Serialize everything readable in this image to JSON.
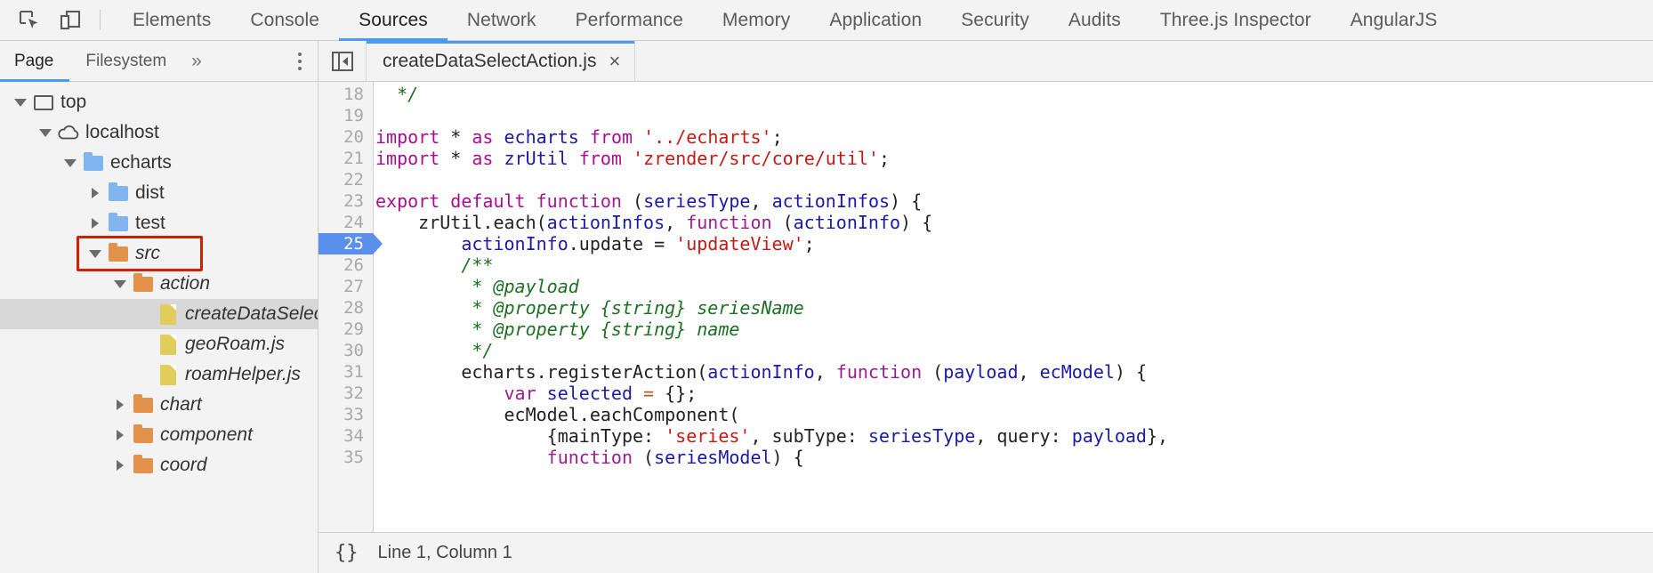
{
  "toolbar": {
    "inspect_icon": "inspect-element-icon",
    "device_icon": "device-toolbar-icon",
    "tabs": [
      {
        "label": "Elements",
        "selected": false
      },
      {
        "label": "Console",
        "selected": false
      },
      {
        "label": "Sources",
        "selected": true
      },
      {
        "label": "Network",
        "selected": false
      },
      {
        "label": "Performance",
        "selected": false
      },
      {
        "label": "Memory",
        "selected": false
      },
      {
        "label": "Application",
        "selected": false
      },
      {
        "label": "Security",
        "selected": false
      },
      {
        "label": "Audits",
        "selected": false
      },
      {
        "label": "Three.js Inspector",
        "selected": false
      },
      {
        "label": "AngularJS",
        "selected": false
      }
    ]
  },
  "navigator": {
    "tabs": [
      {
        "label": "Page",
        "selected": true
      },
      {
        "label": "Filesystem",
        "selected": false
      }
    ],
    "more_label": "»",
    "menu_icon": "more-options-icon",
    "tree": [
      {
        "label": "top",
        "depth": 0,
        "icon": "frame-icon",
        "twisty": "open",
        "italic": false,
        "selected": false,
        "highlighted": false
      },
      {
        "label": "localhost",
        "depth": 1,
        "icon": "cloud-icon",
        "twisty": "open",
        "italic": false,
        "selected": false,
        "highlighted": false
      },
      {
        "label": "echarts",
        "depth": 2,
        "icon": "folder-blue",
        "twisty": "open",
        "italic": false,
        "selected": false,
        "highlighted": false
      },
      {
        "label": "dist",
        "depth": 3,
        "icon": "folder-blue",
        "twisty": "closed",
        "italic": false,
        "selected": false,
        "highlighted": false
      },
      {
        "label": "test",
        "depth": 3,
        "icon": "folder-blue",
        "twisty": "closed",
        "italic": false,
        "selected": false,
        "highlighted": false
      },
      {
        "label": "src",
        "depth": 3,
        "icon": "folder-orange",
        "twisty": "open",
        "italic": true,
        "selected": false,
        "highlighted": true
      },
      {
        "label": "action",
        "depth": 4,
        "icon": "folder-orange",
        "twisty": "open",
        "italic": true,
        "selected": false,
        "highlighted": false
      },
      {
        "label": "createDataSelectAction.js",
        "depth": 5,
        "icon": "file-js",
        "twisty": "none",
        "italic": true,
        "selected": true,
        "highlighted": false
      },
      {
        "label": "geoRoam.js",
        "depth": 5,
        "icon": "file-js",
        "twisty": "none",
        "italic": true,
        "selected": false,
        "highlighted": false
      },
      {
        "label": "roamHelper.js",
        "depth": 5,
        "icon": "file-js",
        "twisty": "none",
        "italic": true,
        "selected": false,
        "highlighted": false
      },
      {
        "label": "chart",
        "depth": 4,
        "icon": "folder-orange",
        "twisty": "closed",
        "italic": true,
        "selected": false,
        "highlighted": false
      },
      {
        "label": "component",
        "depth": 4,
        "icon": "folder-orange",
        "twisty": "closed",
        "italic": true,
        "selected": false,
        "highlighted": false
      },
      {
        "label": "coord",
        "depth": 4,
        "icon": "folder-orange",
        "twisty": "closed",
        "italic": true,
        "selected": false,
        "highlighted": false
      }
    ]
  },
  "editor": {
    "panel_toggle_icon": "show-navigator-icon",
    "open_file": "createDataSelectAction.js",
    "close_label": "×",
    "breakpoint_line": 25,
    "first_line_number": 18,
    "lines": [
      {
        "n": 18,
        "tokens": [
          {
            "t": "  ",
            "c": "plain"
          },
          {
            "t": "*/",
            "c": "cmt"
          }
        ]
      },
      {
        "n": 19,
        "tokens": []
      },
      {
        "n": 20,
        "tokens": [
          {
            "t": "import",
            "c": "kw"
          },
          {
            "t": " * ",
            "c": "plain"
          },
          {
            "t": "as",
            "c": "kw"
          },
          {
            "t": " ",
            "c": "plain"
          },
          {
            "t": "echarts",
            "c": "id"
          },
          {
            "t": " ",
            "c": "plain"
          },
          {
            "t": "from",
            "c": "kw"
          },
          {
            "t": " ",
            "c": "plain"
          },
          {
            "t": "'../echarts'",
            "c": "str"
          },
          {
            "t": ";",
            "c": "plain"
          }
        ]
      },
      {
        "n": 21,
        "tokens": [
          {
            "t": "import",
            "c": "kw"
          },
          {
            "t": " * ",
            "c": "plain"
          },
          {
            "t": "as",
            "c": "kw"
          },
          {
            "t": " ",
            "c": "plain"
          },
          {
            "t": "zrUtil",
            "c": "id"
          },
          {
            "t": " ",
            "c": "plain"
          },
          {
            "t": "from",
            "c": "kw"
          },
          {
            "t": " ",
            "c": "plain"
          },
          {
            "t": "'zrender/src/core/util'",
            "c": "str"
          },
          {
            "t": ";",
            "c": "plain"
          }
        ]
      },
      {
        "n": 22,
        "tokens": []
      },
      {
        "n": 23,
        "tokens": [
          {
            "t": "export",
            "c": "kw"
          },
          {
            "t": " ",
            "c": "plain"
          },
          {
            "t": "default",
            "c": "kw"
          },
          {
            "t": " ",
            "c": "plain"
          },
          {
            "t": "function",
            "c": "kw2"
          },
          {
            "t": " (",
            "c": "plain"
          },
          {
            "t": "seriesType",
            "c": "id"
          },
          {
            "t": ", ",
            "c": "plain"
          },
          {
            "t": "actionInfos",
            "c": "id"
          },
          {
            "t": ") {",
            "c": "plain"
          }
        ]
      },
      {
        "n": 24,
        "tokens": [
          {
            "t": "    zrUtil.each(",
            "c": "plain"
          },
          {
            "t": "actionInfos",
            "c": "id"
          },
          {
            "t": ", ",
            "c": "plain"
          },
          {
            "t": "function",
            "c": "kw2"
          },
          {
            "t": " (",
            "c": "plain"
          },
          {
            "t": "actionInfo",
            "c": "id"
          },
          {
            "t": ") {",
            "c": "plain"
          }
        ]
      },
      {
        "n": 25,
        "tokens": [
          {
            "t": "        ",
            "c": "plain"
          },
          {
            "t": "actionInfo",
            "c": "id"
          },
          {
            "t": ".update = ",
            "c": "plain"
          },
          {
            "t": "'updateView'",
            "c": "str"
          },
          {
            "t": ";",
            "c": "plain"
          }
        ]
      },
      {
        "n": 26,
        "tokens": [
          {
            "t": "        /**",
            "c": "cmt"
          }
        ]
      },
      {
        "n": 27,
        "tokens": [
          {
            "t": "         * @payload",
            "c": "cmt"
          }
        ]
      },
      {
        "n": 28,
        "tokens": [
          {
            "t": "         * @property {string} seriesName",
            "c": "cmt"
          }
        ]
      },
      {
        "n": 29,
        "tokens": [
          {
            "t": "         * @property {string} name",
            "c": "cmt"
          }
        ]
      },
      {
        "n": 30,
        "tokens": [
          {
            "t": "         */",
            "c": "cmt"
          }
        ]
      },
      {
        "n": 31,
        "tokens": [
          {
            "t": "        echarts.registerAction(",
            "c": "plain"
          },
          {
            "t": "actionInfo",
            "c": "id"
          },
          {
            "t": ", ",
            "c": "plain"
          },
          {
            "t": "function",
            "c": "kw2"
          },
          {
            "t": " (",
            "c": "plain"
          },
          {
            "t": "payload",
            "c": "id"
          },
          {
            "t": ", ",
            "c": "plain"
          },
          {
            "t": "ecModel",
            "c": "id"
          },
          {
            "t": ") {",
            "c": "plain"
          }
        ]
      },
      {
        "n": 32,
        "tokens": [
          {
            "t": "            ",
            "c": "plain"
          },
          {
            "t": "var",
            "c": "kw2"
          },
          {
            "t": " ",
            "c": "plain"
          },
          {
            "t": "selected",
            "c": "id"
          },
          {
            "t": " ",
            "c": "plain"
          },
          {
            "t": "=",
            "c": "op"
          },
          {
            "t": " {};",
            "c": "plain"
          }
        ]
      },
      {
        "n": 33,
        "tokens": [
          {
            "t": "            ecModel.eachComponent(",
            "c": "plain"
          }
        ]
      },
      {
        "n": 34,
        "tokens": [
          {
            "t": "                {mainType: ",
            "c": "plain"
          },
          {
            "t": "'series'",
            "c": "str"
          },
          {
            "t": ", subType: ",
            "c": "plain"
          },
          {
            "t": "seriesType",
            "c": "id"
          },
          {
            "t": ", query: ",
            "c": "plain"
          },
          {
            "t": "payload",
            "c": "id"
          },
          {
            "t": "},",
            "c": "plain"
          }
        ]
      },
      {
        "n": 35,
        "tokens": [
          {
            "t": "                ",
            "c": "plain"
          },
          {
            "t": "function",
            "c": "kw2"
          },
          {
            "t": " (",
            "c": "plain"
          },
          {
            "t": "seriesModel",
            "c": "id"
          },
          {
            "t": ") {",
            "c": "plain"
          }
        ]
      }
    ]
  },
  "status": {
    "pretty_print_label": "{}",
    "pretty_print_icon": "pretty-print-icon",
    "position_text": "Line 1, Column 1"
  },
  "colors": {
    "accent": "#4a9bf5",
    "highlight_box": "#cc2200",
    "breakpoint": "#5b8fec",
    "folder_blue": "#80b5ef",
    "folder_orange": "#e2924a",
    "file_yellow": "#e0cd5c",
    "selection_gray": "#d8d8d8"
  }
}
